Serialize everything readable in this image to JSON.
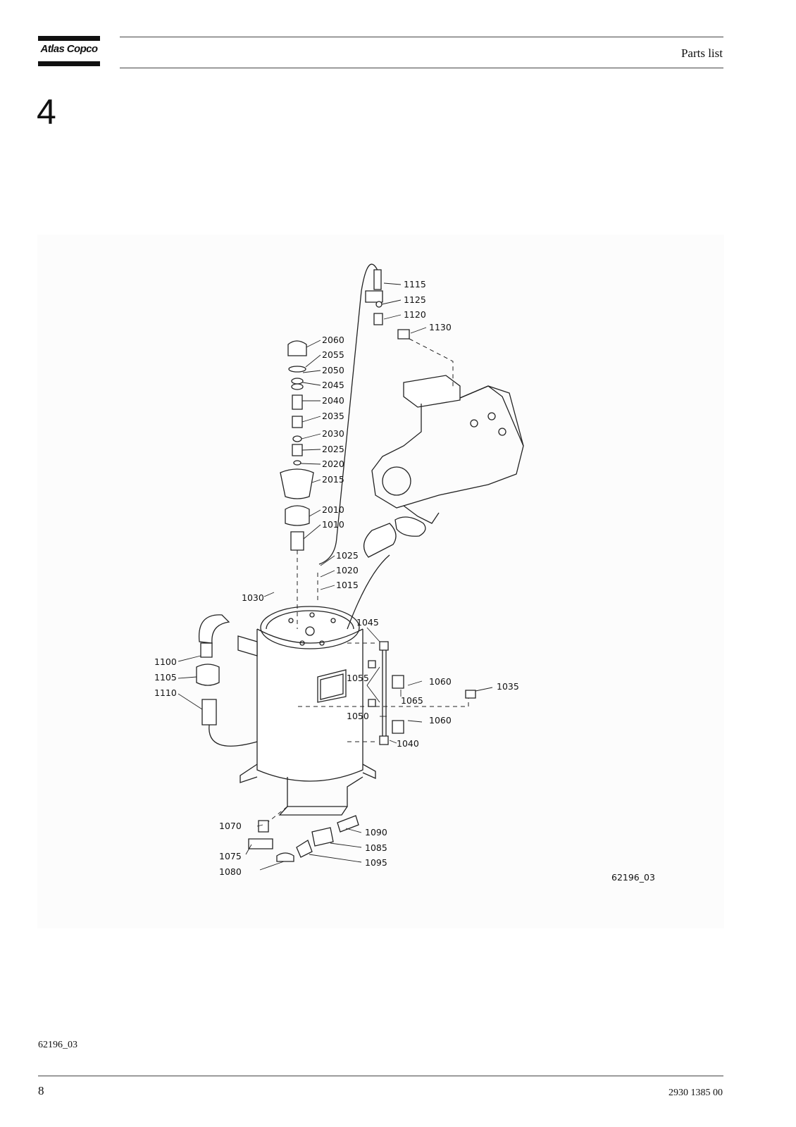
{
  "header": {
    "logo_text": "Atlas Copco",
    "title": "Parts list"
  },
  "chapter_number": "4",
  "figure": {
    "drawing_id": "62196_03",
    "callouts": [
      "1115",
      "1125",
      "1120",
      "1130",
      "2060",
      "2055",
      "2050",
      "2045",
      "2040",
      "2035",
      "2030",
      "2025",
      "2020",
      "2015",
      "2010",
      "1010",
      "1025",
      "1020",
      "1015",
      "1030",
      "1045",
      "1100",
      "1105",
      "1110",
      "1055",
      "1060",
      "1065",
      "1035",
      "1050",
      "1040",
      "1070",
      "1090",
      "1085",
      "1075",
      "1080",
      "1095"
    ]
  },
  "footer": {
    "figure_reference": "62196_03",
    "page_number": "8",
    "document_number": "2930 1385 00"
  }
}
